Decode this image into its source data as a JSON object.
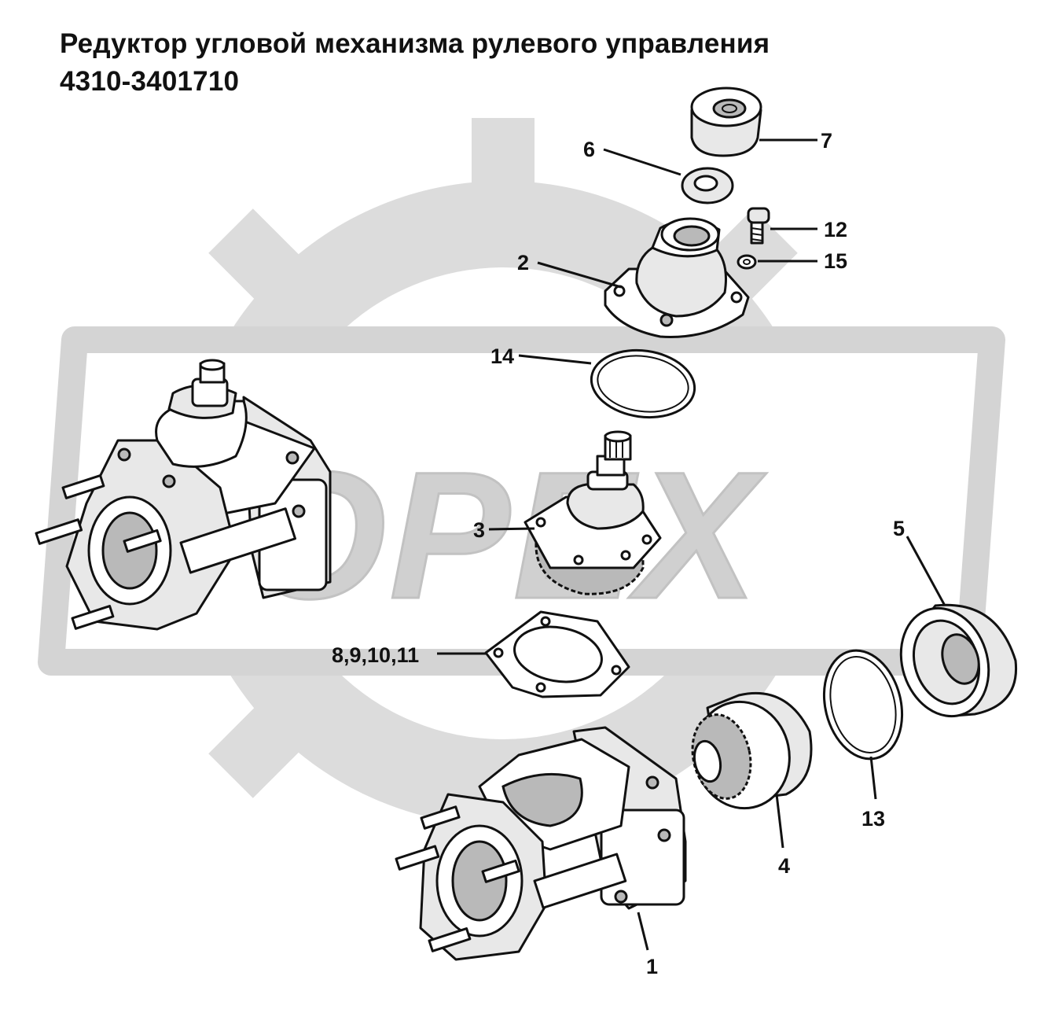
{
  "title": {
    "line1": "Редуктор угловой механизма рулевого управления",
    "line2": "4310-3401710"
  },
  "callouts": {
    "c1": "1",
    "c2": "2",
    "c3": "3",
    "c4": "4",
    "c5": "5",
    "c6": "6",
    "c7": "7",
    "c8": "8,9,10,11",
    "c12": "12",
    "c13": "13",
    "c14": "14",
    "c15": "15"
  },
  "watermark": {
    "text": "OPEX"
  },
  "colors": {
    "ink": "#111111",
    "watermark": "#d4d4d4",
    "background": "#ffffff"
  }
}
